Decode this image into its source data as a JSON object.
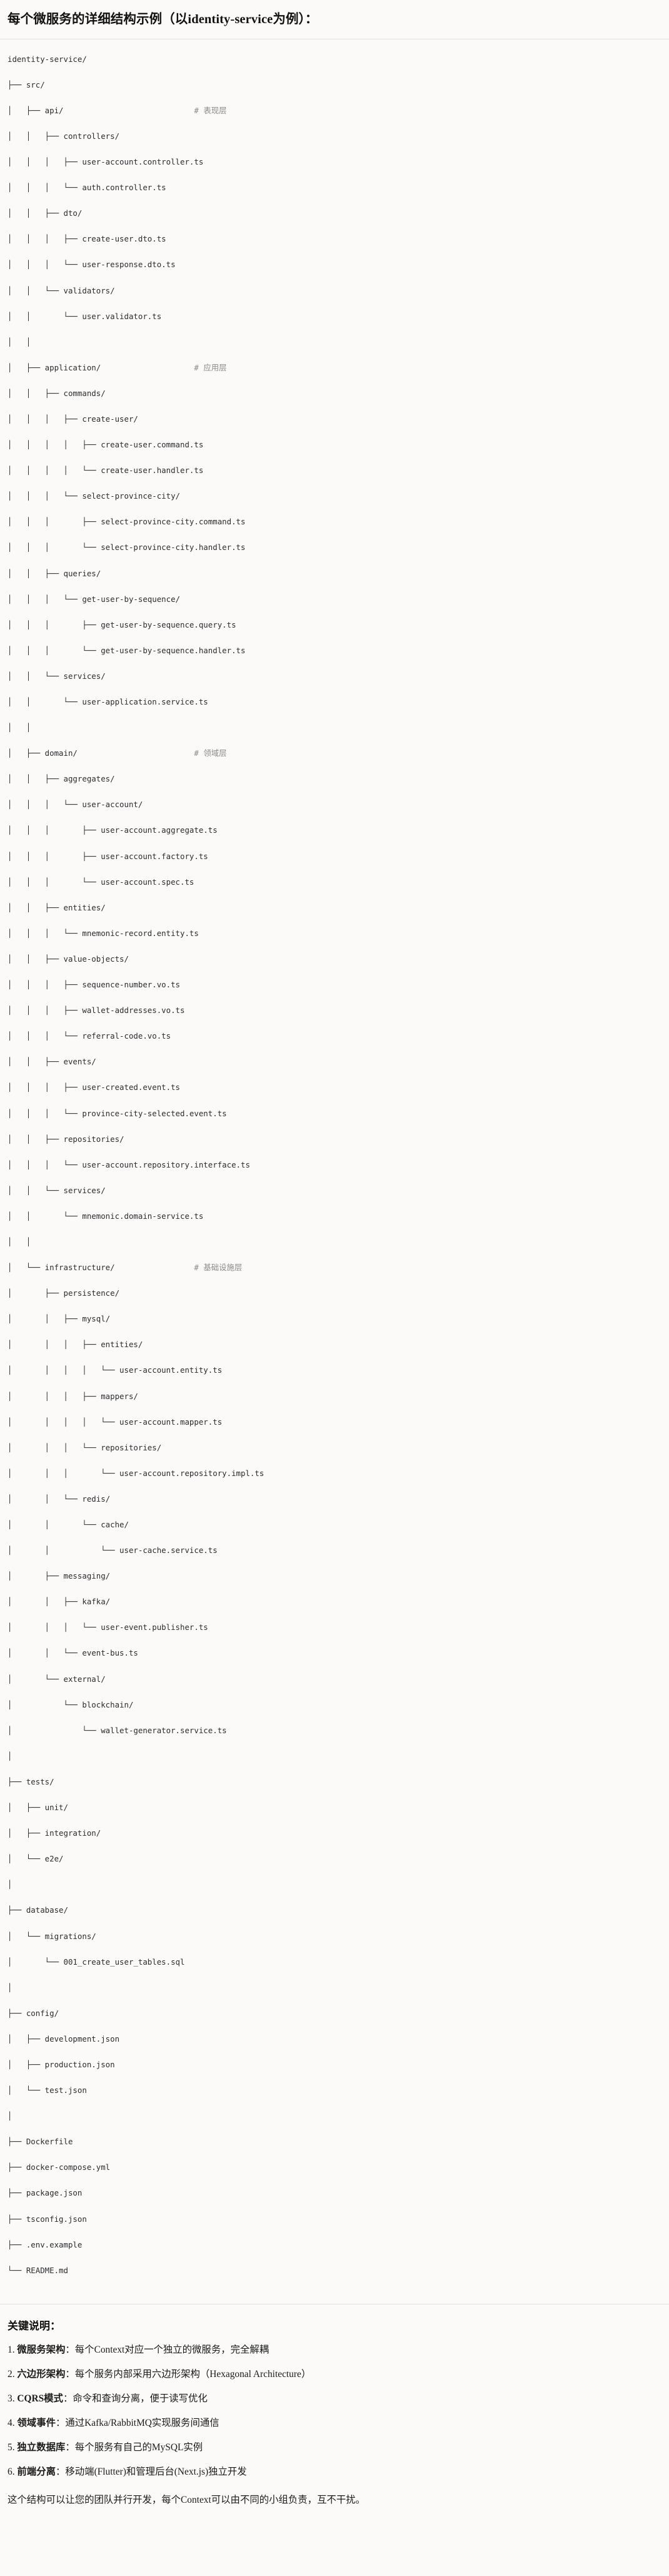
{
  "header": {
    "title": "每个微服务的详细结构示例（以identity-service为例）："
  },
  "tree": {
    "root": "identity-service/",
    "lines": [
      {
        "text": "identity-service/",
        "comment": ""
      },
      {
        "text": "├── src/",
        "comment": ""
      },
      {
        "text": "│   ├── api/",
        "comment": "# 表现层"
      },
      {
        "text": "│   │   ├── controllers/",
        "comment": ""
      },
      {
        "text": "│   │   │   ├── user-account.controller.ts",
        "comment": ""
      },
      {
        "text": "│   │   │   └── auth.controller.ts",
        "comment": ""
      },
      {
        "text": "│   │   ├── dto/",
        "comment": ""
      },
      {
        "text": "│   │   │   ├── create-user.dto.ts",
        "comment": ""
      },
      {
        "text": "│   │   │   └── user-response.dto.ts",
        "comment": ""
      },
      {
        "text": "│   │   └── validators/",
        "comment": ""
      },
      {
        "text": "│   │       └── user.validator.ts",
        "comment": ""
      },
      {
        "text": "│   │",
        "comment": ""
      },
      {
        "text": "│   ├── application/",
        "comment": "# 应用层"
      },
      {
        "text": "│   │   ├── commands/",
        "comment": ""
      },
      {
        "text": "│   │   │   ├── create-user/",
        "comment": ""
      },
      {
        "text": "│   │   │   │   ├── create-user.command.ts",
        "comment": ""
      },
      {
        "text": "│   │   │   │   └── create-user.handler.ts",
        "comment": ""
      },
      {
        "text": "│   │   │   └── select-province-city/",
        "comment": ""
      },
      {
        "text": "│   │   │       ├── select-province-city.command.ts",
        "comment": ""
      },
      {
        "text": "│   │   │       └── select-province-city.handler.ts",
        "comment": ""
      },
      {
        "text": "│   │   ├── queries/",
        "comment": ""
      },
      {
        "text": "│   │   │   └── get-user-by-sequence/",
        "comment": ""
      },
      {
        "text": "│   │   │       ├── get-user-by-sequence.query.ts",
        "comment": ""
      },
      {
        "text": "│   │   │       └── get-user-by-sequence.handler.ts",
        "comment": ""
      },
      {
        "text": "│   │   └── services/",
        "comment": ""
      },
      {
        "text": "│   │       └── user-application.service.ts",
        "comment": ""
      },
      {
        "text": "│   │",
        "comment": ""
      },
      {
        "text": "│   ├── domain/",
        "comment": "# 领域层"
      },
      {
        "text": "│   │   ├── aggregates/",
        "comment": ""
      },
      {
        "text": "│   │   │   └── user-account/",
        "comment": ""
      },
      {
        "text": "│   │   │       ├── user-account.aggregate.ts",
        "comment": ""
      },
      {
        "text": "│   │   │       ├── user-account.factory.ts",
        "comment": ""
      },
      {
        "text": "│   │   │       └── user-account.spec.ts",
        "comment": ""
      },
      {
        "text": "│   │   ├── entities/",
        "comment": ""
      },
      {
        "text": "│   │   │   └── mnemonic-record.entity.ts",
        "comment": ""
      },
      {
        "text": "│   │   ├── value-objects/",
        "comment": ""
      },
      {
        "text": "│   │   │   ├── sequence-number.vo.ts",
        "comment": ""
      },
      {
        "text": "│   │   │   ├── wallet-addresses.vo.ts",
        "comment": ""
      },
      {
        "text": "│   │   │   └── referral-code.vo.ts",
        "comment": ""
      },
      {
        "text": "│   │   ├── events/",
        "comment": ""
      },
      {
        "text": "│   │   │   ├── user-created.event.ts",
        "comment": ""
      },
      {
        "text": "│   │   │   └── province-city-selected.event.ts",
        "comment": ""
      },
      {
        "text": "│   │   ├── repositories/",
        "comment": ""
      },
      {
        "text": "│   │   │   └── user-account.repository.interface.ts",
        "comment": ""
      },
      {
        "text": "│   │   └── services/",
        "comment": ""
      },
      {
        "text": "│   │       └── mnemonic.domain-service.ts",
        "comment": ""
      },
      {
        "text": "│   │",
        "comment": ""
      },
      {
        "text": "│   └── infrastructure/",
        "comment": "# 基础设施层"
      },
      {
        "text": "│       ├── persistence/",
        "comment": ""
      },
      {
        "text": "│       │   ├── mysql/",
        "comment": ""
      },
      {
        "text": "│       │   │   ├── entities/",
        "comment": ""
      },
      {
        "text": "│       │   │   │   └── user-account.entity.ts",
        "comment": ""
      },
      {
        "text": "│       │   │   ├── mappers/",
        "comment": ""
      },
      {
        "text": "│       │   │   │   └── user-account.mapper.ts",
        "comment": ""
      },
      {
        "text": "│       │   │   └── repositories/",
        "comment": ""
      },
      {
        "text": "│       │   │       └── user-account.repository.impl.ts",
        "comment": ""
      },
      {
        "text": "│       │   └── redis/",
        "comment": ""
      },
      {
        "text": "│       │       └── cache/",
        "comment": ""
      },
      {
        "text": "│       │           └── user-cache.service.ts",
        "comment": ""
      },
      {
        "text": "│       ├── messaging/",
        "comment": ""
      },
      {
        "text": "│       │   ├── kafka/",
        "comment": ""
      },
      {
        "text": "│       │   │   └── user-event.publisher.ts",
        "comment": ""
      },
      {
        "text": "│       │   └── event-bus.ts",
        "comment": ""
      },
      {
        "text": "│       └── external/",
        "comment": ""
      },
      {
        "text": "│           └── blockchain/",
        "comment": ""
      },
      {
        "text": "│               └── wallet-generator.service.ts",
        "comment": ""
      },
      {
        "text": "│",
        "comment": ""
      },
      {
        "text": "├── tests/",
        "comment": ""
      },
      {
        "text": "│   ├── unit/",
        "comment": ""
      },
      {
        "text": "│   ├── integration/",
        "comment": ""
      },
      {
        "text": "│   └── e2e/",
        "comment": ""
      },
      {
        "text": "│",
        "comment": ""
      },
      {
        "text": "├── database/",
        "comment": ""
      },
      {
        "text": "│   └── migrations/",
        "comment": ""
      },
      {
        "text": "│       └── 001_create_user_tables.sql",
        "comment": ""
      },
      {
        "text": "│",
        "comment": ""
      },
      {
        "text": "├── config/",
        "comment": ""
      },
      {
        "text": "│   ├── development.json",
        "comment": ""
      },
      {
        "text": "│   ├── production.json",
        "comment": ""
      },
      {
        "text": "│   └── test.json",
        "comment": ""
      },
      {
        "text": "│",
        "comment": ""
      },
      {
        "text": "├── Dockerfile",
        "comment": ""
      },
      {
        "text": "├── docker-compose.yml",
        "comment": ""
      },
      {
        "text": "├── package.json",
        "comment": ""
      },
      {
        "text": "├── tsconfig.json",
        "comment": ""
      },
      {
        "text": "├── .env.example",
        "comment": ""
      },
      {
        "text": "└── README.md",
        "comment": ""
      }
    ],
    "comment_column": 40
  },
  "notes": {
    "title": "关键说明：",
    "items": [
      {
        "num": "1.",
        "key": "微服务架构",
        "sep": "：",
        "value": "每个Context对应一个独立的微服务，完全解耦"
      },
      {
        "num": "2.",
        "key": "六边形架构",
        "sep": "：",
        "value": "每个服务内部采用六边形架构（Hexagonal Architecture）"
      },
      {
        "num": "3.",
        "key": "CQRS模式",
        "sep": "：",
        "value": "命令和查询分离，便于读写优化"
      },
      {
        "num": "4.",
        "key": "领域事件",
        "sep": "：",
        "value": "通过Kafka/RabbitMQ实现服务间通信"
      },
      {
        "num": "5.",
        "key": "独立数据库",
        "sep": "：",
        "value": "每个服务有自己的MySQL实例"
      },
      {
        "num": "6.",
        "key": "前端分离",
        "sep": "：",
        "value": "移动端(Flutter)和管理后台(Next.js)独立开发"
      }
    ],
    "footer": "这个结构可以让您的团队并行开发，每个Context可以由不同的小组负责，互不干扰。"
  },
  "colors": {
    "background": "#fbfaf8",
    "text": "#1a1a1a",
    "tree_text": "#2a2c30",
    "comment": "#8a8a8a",
    "divider": "#e4e2de"
  }
}
